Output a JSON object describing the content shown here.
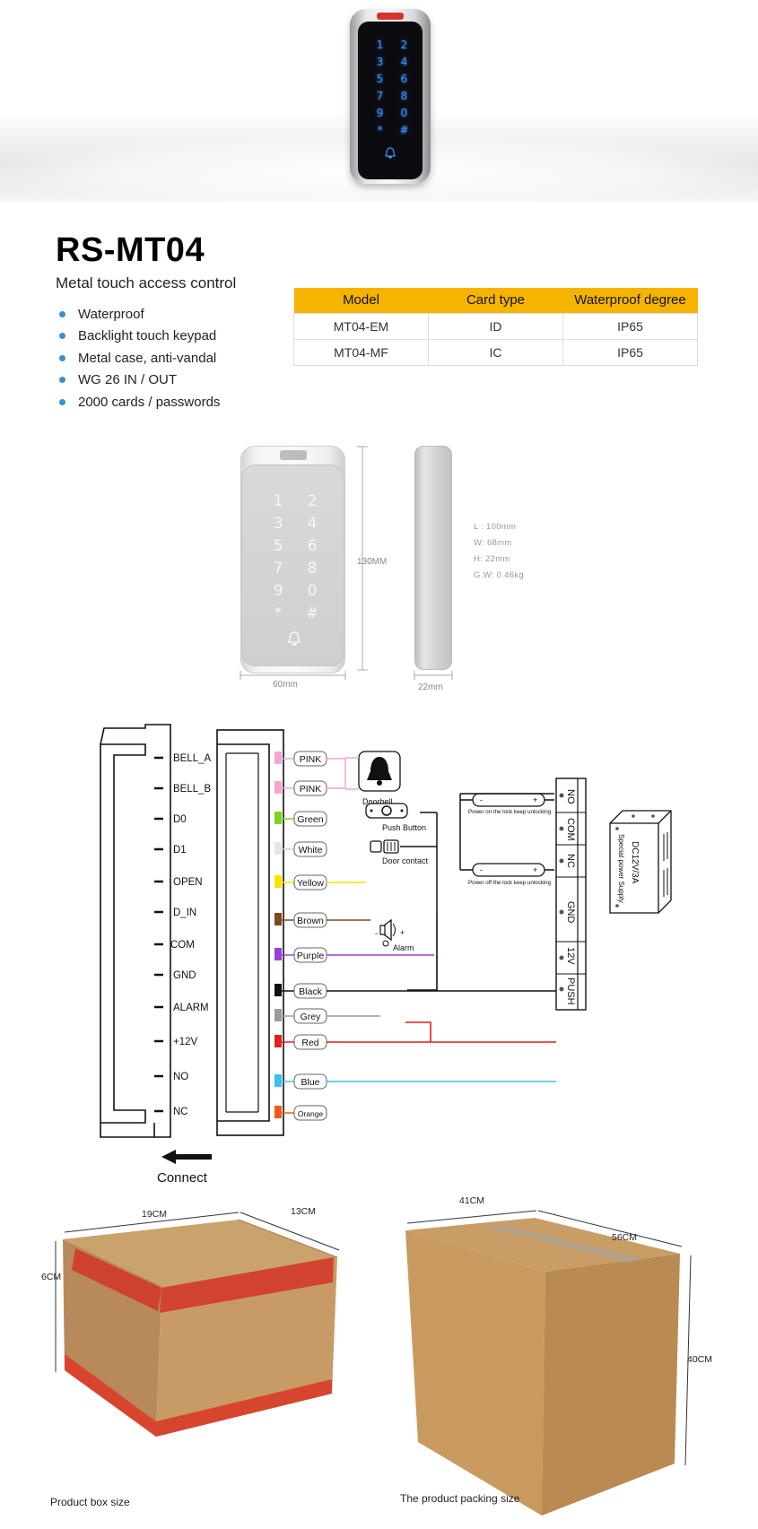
{
  "hero": {
    "keypad": [
      "1",
      "2",
      "3",
      "4",
      "5",
      "6",
      "7",
      "8",
      "9",
      "0",
      "*",
      "#"
    ]
  },
  "product": {
    "model": "RS-MT04",
    "subtitle": "Metal touch access control",
    "features": [
      "Waterproof",
      "Backlight touch keypad",
      "Metal case, anti-vandal",
      "WG 26 IN / OUT",
      "2000 cards / passwords"
    ]
  },
  "spec_table": {
    "headers": [
      "Model",
      "Card type",
      "Waterproof degree"
    ],
    "rows": [
      [
        "MT04-EM",
        "ID",
        "IP65"
      ],
      [
        "MT04-MF",
        "IC",
        "IP65"
      ]
    ],
    "header_color": "#f6b400"
  },
  "dimensions": {
    "keypad": [
      "1",
      "2",
      "3",
      "4",
      "5",
      "6",
      "7",
      "8",
      "9",
      "0",
      "*",
      "#"
    ],
    "height": "130MM",
    "width": "60mm",
    "depth": "22mm",
    "specs": [
      "L : 100mm",
      "W: 68mm",
      "H: 22mm",
      "G.W: 0.46kg"
    ]
  },
  "wiring": {
    "terminals": [
      "BELL_A",
      "BELL_B",
      "D0",
      "D1",
      "OPEN",
      "D_IN",
      "COM",
      "GND",
      "ALARM",
      "+12V",
      "NO",
      "NC"
    ],
    "wires": [
      {
        "label": "PINK",
        "color": "#f4a6d0"
      },
      {
        "label": "PINK",
        "color": "#f4a6d0"
      },
      {
        "label": "Green",
        "color": "#7ed321"
      },
      {
        "label": "White",
        "color": "#e6e6e6"
      },
      {
        "label": "Yellow",
        "color": "#f5e400"
      },
      {
        "label": "Brown",
        "color": "#7b4a1e"
      },
      {
        "label": "Purple",
        "color": "#9b3fd8"
      },
      {
        "label": "Black",
        "color": "#111111"
      },
      {
        "label": "Grey",
        "color": "#9a9a9a"
      },
      {
        "label": "Red",
        "color": "#e21f1f"
      },
      {
        "label": "Blue",
        "color": "#3bc3ec"
      },
      {
        "label": "Orange",
        "color": "#f05a1e"
      }
    ],
    "doorbell": "Doorbell",
    "push_button": "Push Button",
    "door_contact": "Door contact",
    "alarm": "Alarm",
    "lock_on": "Power on the lock keep unlocking",
    "lock_off": "Power off the lock keep unlocking",
    "psu_terminals": [
      "NO",
      "COM",
      "NC",
      "GND",
      "12V",
      "PUSH"
    ],
    "psu_title": "DC12V/3A",
    "psu_sub": "Special power Supply",
    "connect": "Connect"
  },
  "boxes": {
    "small": {
      "length": "19CM",
      "width": "13CM",
      "height": "6CM",
      "caption": "Product box size"
    },
    "large": {
      "length": "41CM",
      "width": "56CM",
      "height": "40CM",
      "caption": "The product packing size"
    }
  }
}
